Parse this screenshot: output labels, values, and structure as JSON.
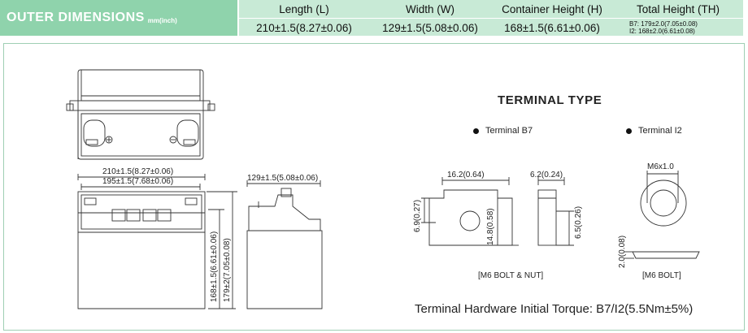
{
  "header": {
    "title": "OUTER DIMENSIONS",
    "unit": "mm(inch)",
    "columns": [
      "Length (L)",
      "Width (W)",
      "Container Height (H)",
      "Total Height (TH)"
    ],
    "values": [
      "210±1.5(8.27±0.06)",
      "129±1.5(5.08±0.06)",
      "168±1.5(6.61±0.06)"
    ],
    "total_height": [
      "B7: 179±2.0(7.05±0.08)",
      "I2: 168±2.0(6.61±0.08)"
    ]
  },
  "front_view": {
    "overall_length": "210±1.5(8.27±0.06)",
    "inner_length": "195±1.5(7.68±0.06)",
    "container_height": "168±1.5(6.61±0.06)",
    "total_height": "179±2(7.05±0.08)"
  },
  "side_view": {
    "width": "129±1.5(5.08±0.06)"
  },
  "terminal": {
    "title": "TERMINAL TYPE",
    "b7_label": "Terminal B7",
    "i2_label": "Terminal I2",
    "b7_width": "16.2(0.64)",
    "b7_thickness": "6.2(0.24)",
    "b7_h1": "6.9(0.27)",
    "b7_h2": "14.8(0.58)",
    "b7_h3": "6.5(0.26)",
    "b7_bolt": "[M6 BOLT & NUT]",
    "i2_thread": "M6x1.0",
    "i2_h": "2.0(0.08)",
    "i2_bolt": "[M6 BOLT]"
  },
  "torque": "Terminal Hardware Initial Torque: B7/I2(5.5Nm±5%)"
}
